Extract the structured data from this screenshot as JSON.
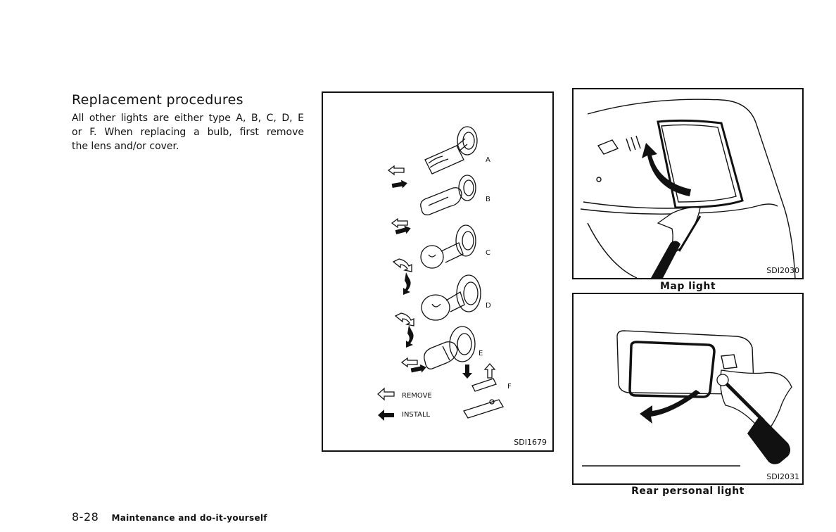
{
  "section": {
    "heading": "Replacement procedures",
    "lines": [
      "All other lights are either type A, B, C, D, E",
      "or F. When replacing a bulb, first remove",
      "the lens and/or cover."
    ]
  },
  "figures": {
    "bulbs": {
      "code": "SDI1679",
      "type_labels": [
        "A",
        "B",
        "C",
        "D",
        "E",
        "F"
      ],
      "legend": {
        "remove": "REMOVE",
        "install": "INSTALL"
      }
    },
    "map_light": {
      "code": "SDI2030",
      "caption": "Map light"
    },
    "rear_light": {
      "code": "SDI2031",
      "caption": "Rear personal light"
    }
  },
  "footer": {
    "page_number": "8-28",
    "section_title": "Maintenance and do-it-yourself"
  }
}
